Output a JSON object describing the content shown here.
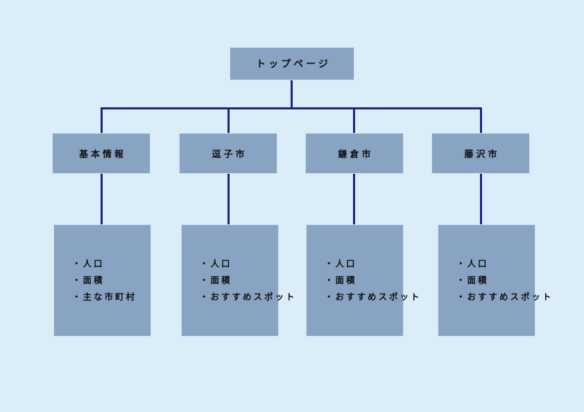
{
  "diagram": {
    "type": "sitemap-tree",
    "root": {
      "label": "トップページ"
    },
    "children": [
      {
        "label": "基本情報",
        "items": [
          "・人口",
          "・面積",
          "・主な市町村"
        ]
      },
      {
        "label": "逗子市",
        "items": [
          "・人口",
          "・面積",
          "・おすすめスポット"
        ]
      },
      {
        "label": "鎌倉市",
        "items": [
          "・人口",
          "・面積",
          "・おすすめスポット"
        ]
      },
      {
        "label": "藤沢市",
        "items": [
          "・人口",
          "・面積",
          "・おすすめスポット"
        ]
      }
    ],
    "colors": {
      "background": "#dcedfa",
      "node_fill": "#88a4c2",
      "node_border": "#cfe0ee",
      "connector": "#1b2188",
      "text": "#111111"
    }
  }
}
